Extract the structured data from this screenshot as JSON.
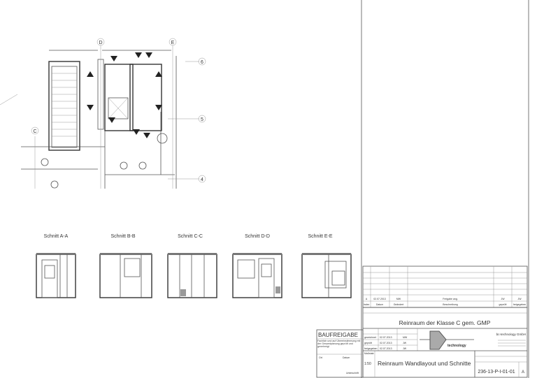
{
  "plan": {
    "grid_letters": [
      "C",
      "D",
      "E"
    ],
    "grid_numbers": [
      "4",
      "5",
      "6"
    ]
  },
  "sections": [
    {
      "title": "Schnitt A-A"
    },
    {
      "title": "Schnitt B-B"
    },
    {
      "title": "Schnitt C-C"
    },
    {
      "title": "Schnitt D-D"
    },
    {
      "title": "Schnitt E-E"
    }
  ],
  "revision_table": {
    "row": {
      "index": "A",
      "date": "02.07.2013",
      "change": "MW",
      "description": "Freigabe ang.",
      "checked": "JW",
      "approved": "JW"
    },
    "headers": {
      "index": "Index",
      "date": "Datum",
      "change": "Geändert",
      "description": "Beschreibung",
      "checked": "geprüft",
      "approved": "freigegeben"
    }
  },
  "baufreigabe": {
    "title": "BAUFREIGABE",
    "text": "Fachlich und auf Übereinstimmung mit der Gesamtplanung geprüft und genehmigt",
    "ort": "Ort",
    "datum": "Datum",
    "unterschrift": "Unterschrift"
  },
  "title_block": {
    "project": "Reinraum der Klasse C gem. GMP",
    "rows": [
      {
        "label": "gezeichnet",
        "date": "02.07.2013",
        "name": "MW"
      },
      {
        "label": "geprüft",
        "date": "02.07.2013",
        "name": "JW"
      },
      {
        "label": "freigegeben",
        "date": "02.07.2013",
        "name": "JW"
      }
    ],
    "logo_text": "technology",
    "company": "bc-technology GmbH",
    "scale_label": "Maßstab",
    "scale": "1:50",
    "drawing_title": "Reinraum Wandlayout und Schnitte",
    "drawing_number": "236-13-P-I-01-01",
    "index": "A"
  }
}
